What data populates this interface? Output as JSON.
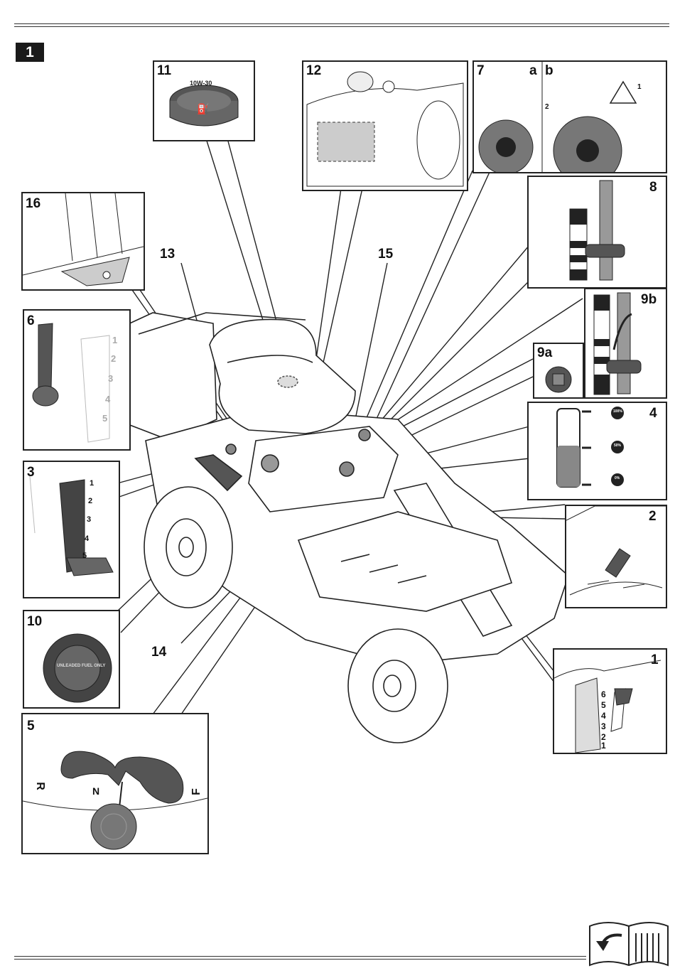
{
  "figure_number": "1",
  "panels": {
    "p1": {
      "label": "1",
      "gears": [
        "6",
        "5",
        "4",
        "3",
        "2",
        "1"
      ]
    },
    "p2": {
      "label": "2"
    },
    "p3": {
      "label": "3",
      "positions": [
        "1",
        "2",
        "3",
        "4",
        "5"
      ]
    },
    "p4": {
      "label": "4",
      "levels": [
        "100%",
        "50%",
        "0%"
      ]
    },
    "p5": {
      "label": "5",
      "reverse": "R",
      "neutral": "N",
      "forward": "F"
    },
    "p6": {
      "label": "6",
      "positions": [
        "1",
        "2",
        "3",
        "4",
        "5"
      ]
    },
    "p7": {
      "label": "7",
      "sub_a": "a",
      "sub_b": "b",
      "callout_1": "1",
      "callout_2": "2"
    },
    "p8": {
      "label": "8"
    },
    "p9a": {
      "label": "9a"
    },
    "p9b": {
      "label": "9b"
    },
    "p10": {
      "label": "10",
      "cap_text": "UNLEADED FUEL ONLY"
    },
    "p11": {
      "label": "11",
      "cap_text": "10W-30"
    },
    "p12": {
      "label": "12"
    },
    "p16": {
      "label": "16"
    }
  },
  "callouts": {
    "c13": "13",
    "c14": "14",
    "c15": "15"
  },
  "colors": {
    "line": "#222222",
    "panel_border": "#222222",
    "fill_grey": "#b5b5b5",
    "dark": "#3a3a3a"
  }
}
